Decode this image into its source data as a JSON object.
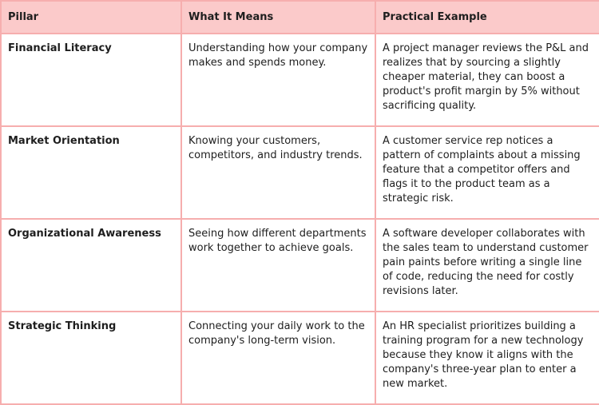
{
  "table": {
    "headers": [
      "Pillar",
      "What It Means",
      "Practical Example"
    ],
    "rows": [
      {
        "pillar": "Financial Literacy",
        "meaning": "Understanding how your company makes and spends money.",
        "example": "A project manager reviews the P&L and realizes that by sourcing a slightly cheaper material, they can boost a product's profit margin by 5% without sacrificing quality."
      },
      {
        "pillar": "Market Orientation",
        "meaning": "Knowing your customers, competitors, and industry trends.",
        "example": "A customer service rep notices a pattern of complaints about a missing feature that a competitor offers and flags it to the product team as a strategic risk."
      },
      {
        "pillar": "Organizational Awareness",
        "meaning": "Seeing how different departments work together to achieve goals.",
        "example": "A software developer collaborates with the sales team to understand customer pain paints before writing a single line of code, reducing the need for costly revisions later."
      },
      {
        "pillar": "Strategic Thinking",
        "meaning": "Connecting your daily work to the company's long-term vision.",
        "example": "An HR specialist prioritizes building a training program for a new technology because they know it aligns with the company's three-year plan to enter a new market."
      }
    ]
  },
  "colors": {
    "header_bg": "#fbcaca",
    "border": "#f6aeae",
    "text": "#1e1e1e"
  }
}
